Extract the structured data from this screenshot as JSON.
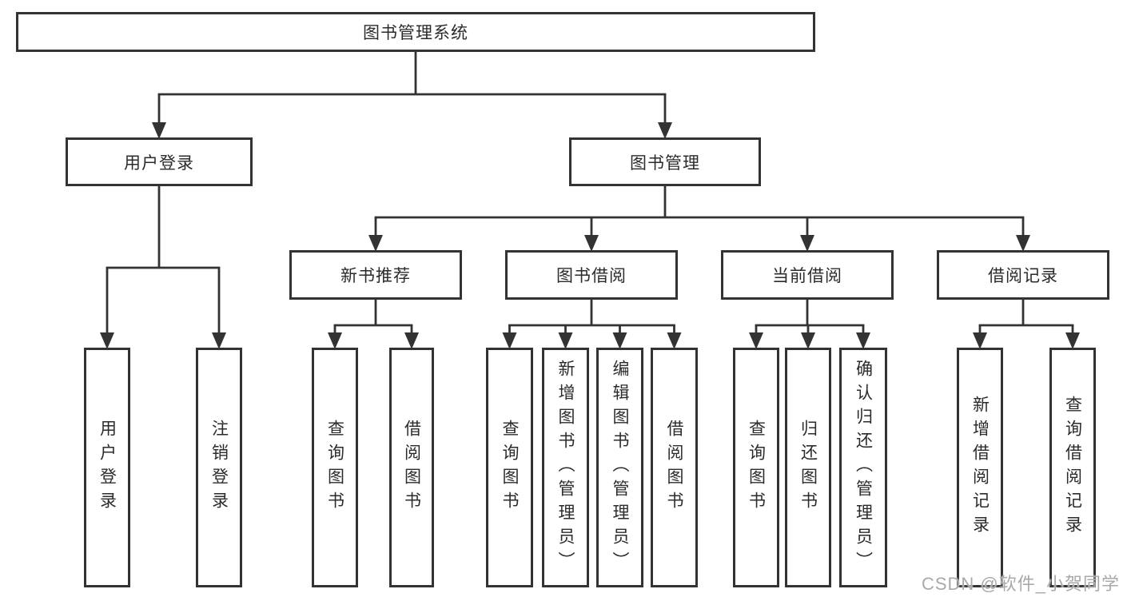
{
  "tree": {
    "root": {
      "label": "图书管理系统",
      "children": [
        {
          "label": "用户登录",
          "children": [
            {
              "label": "用户登录"
            },
            {
              "label": "注销登录"
            }
          ]
        },
        {
          "label": "图书管理",
          "children": [
            {
              "label": "新书推荐",
              "children": [
                {
                  "label": "查询图书"
                },
                {
                  "label": "借阅图书"
                }
              ]
            },
            {
              "label": "图书借阅",
              "children": [
                {
                  "label": "查询图书"
                },
                {
                  "label": "新增图书（管理员）"
                },
                {
                  "label": "编辑图书（管理员）"
                },
                {
                  "label": "借阅图书"
                }
              ]
            },
            {
              "label": "当前借阅",
              "children": [
                {
                  "label": "查询图书"
                },
                {
                  "label": "归还图书"
                },
                {
                  "label": "确认归还（管理员）"
                }
              ]
            },
            {
              "label": "借阅记录",
              "children": [
                {
                  "label": "新增借阅记录"
                },
                {
                  "label": "查询借阅记录"
                }
              ]
            }
          ]
        }
      ]
    }
  },
  "watermark": {
    "text": "CSDN @软件_小贺同学"
  },
  "colors": {
    "line": "#333333",
    "box_border": "#333333",
    "background": "#ffffff",
    "watermark_text": "#a9a9a9"
  }
}
